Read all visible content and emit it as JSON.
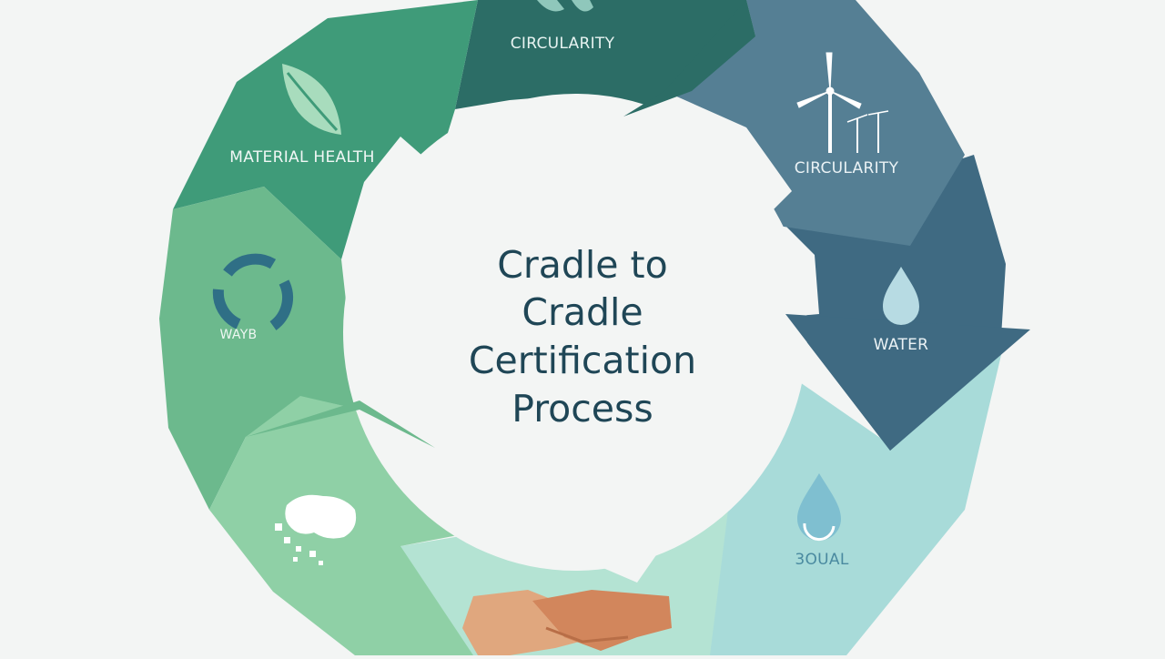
{
  "diagram": {
    "title_lines": [
      "Cradle to",
      "Cradle",
      "Certification",
      "Process"
    ],
    "colors": {
      "background": "#f3f5f4",
      "hub": "#f3f5f4",
      "title": "#1f4656",
      "seg_top": "#2c6d66",
      "seg_upper_left": "#3f9b79",
      "seg_left": "#6cb98d",
      "seg_lower_left": "#8fd0a6",
      "seg_bottom": "#b4e3d3",
      "seg_lower_right": "#a8dbd9",
      "seg_right_lower": "#3f6a82",
      "seg_right_upper": "#557f94",
      "label_light": "#f0f7f5",
      "label_dark": "#3d7a8a",
      "handshake": "#d98a60"
    },
    "segments": [
      {
        "label": "CIRCULARITY",
        "icon": "recycle-icon"
      },
      {
        "label": "CIRCULARITY",
        "icon": "wind-turbine-icon"
      },
      {
        "label": "WATER",
        "icon": "water-drop-icon"
      },
      {
        "label": "3OUAL",
        "icon": "water-drop-icon"
      },
      {
        "label": "",
        "icon": "handshake-icon"
      },
      {
        "label": "",
        "icon": "hands-icon"
      },
      {
        "label": "WAYB",
        "icon": "recycle-icon"
      },
      {
        "label": "MATERIAL HEALTH",
        "icon": "leaf-icon"
      }
    ]
  }
}
